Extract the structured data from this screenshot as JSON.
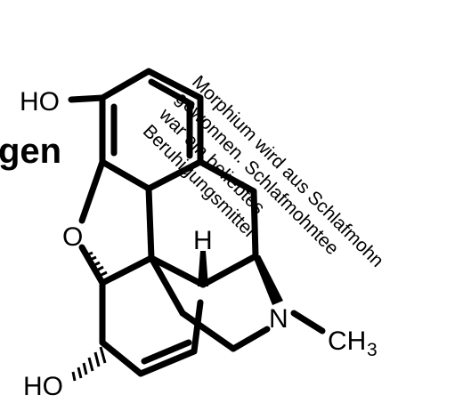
{
  "side_heading_fragment": "gen",
  "caption_lines": [
    "Morphium wird aus Schlafmohn",
    "gewonnen. Schlafmohntee",
    "war ein beliebtes",
    "Beruhigungsmittel"
  ],
  "atoms": {
    "ho_top": "HO",
    "o_ring": "O",
    "ho_bottom": "HO",
    "h": "H",
    "n": "N",
    "ch": "CH",
    "ch_sub": "3"
  }
}
